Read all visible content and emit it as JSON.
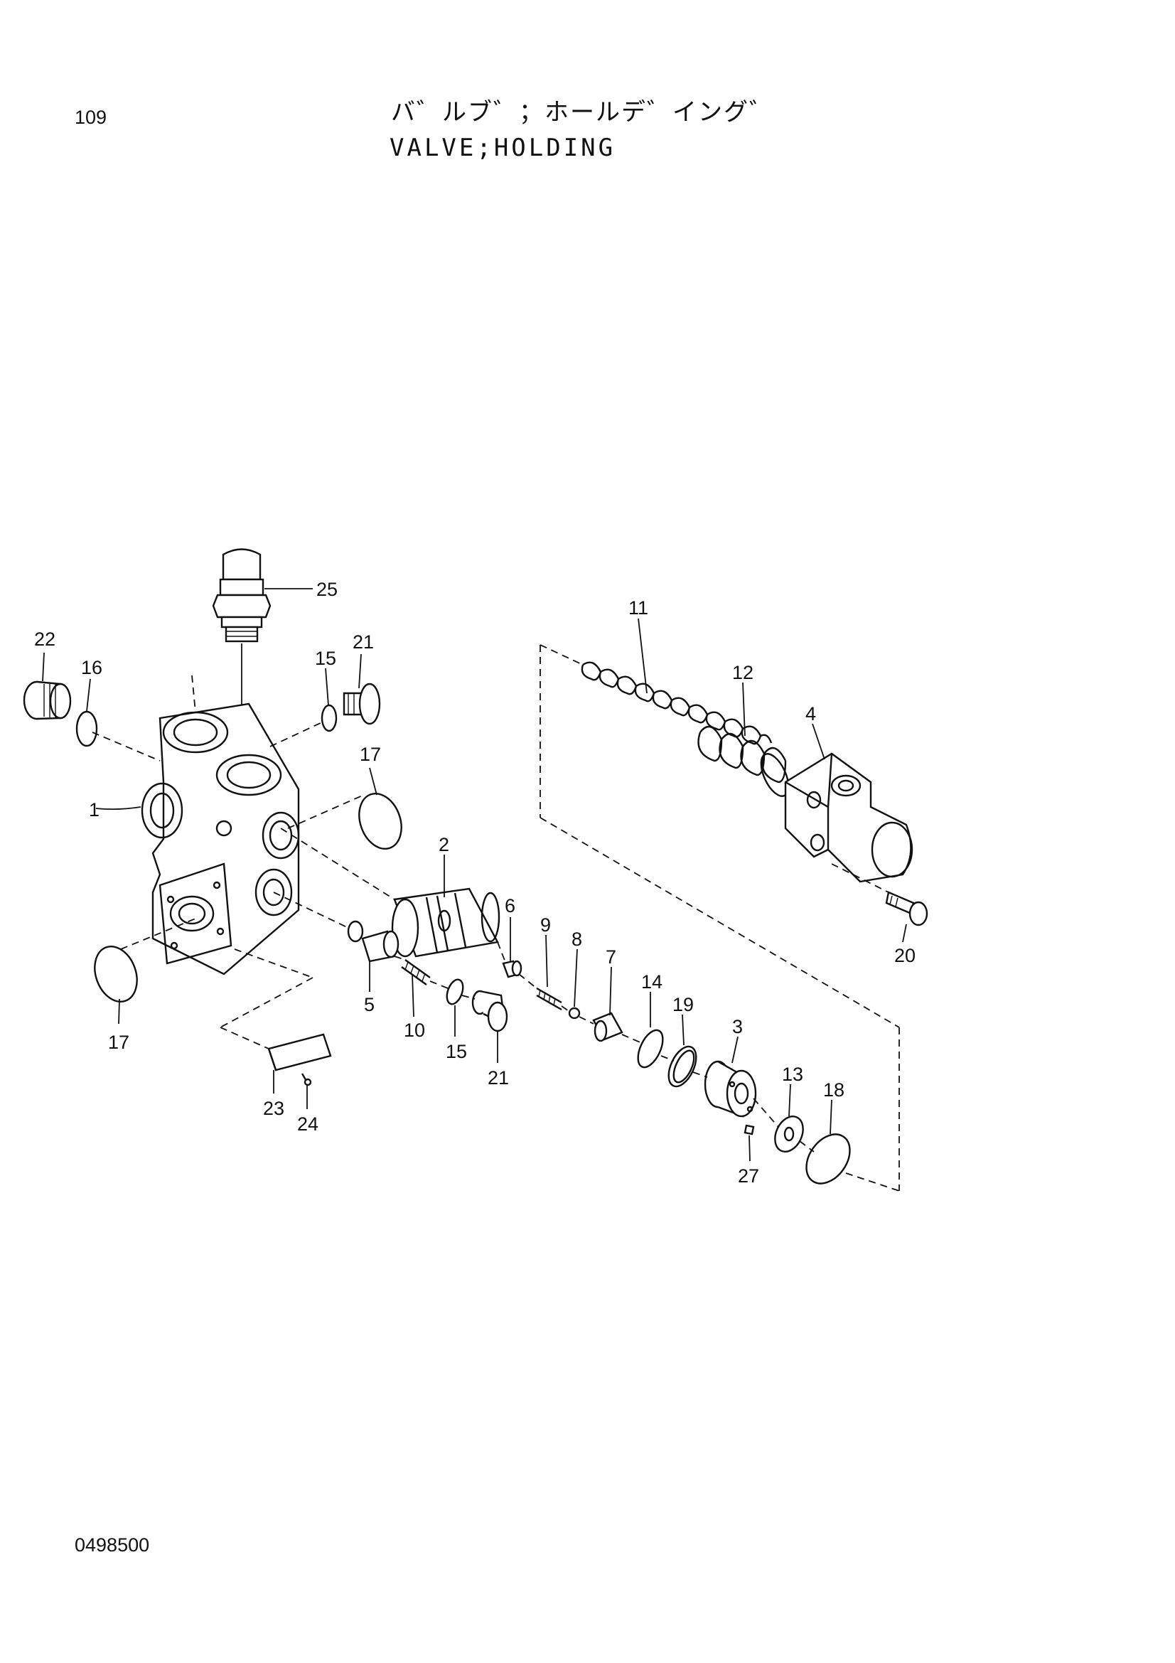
{
  "page": {
    "page_number": "109",
    "title_jp": "バ゛ルブ゛；ホールデ゛イング゛",
    "title_en": "VALVE;HOLDING",
    "drawing_number": "0498500"
  },
  "diagram": {
    "colors": {
      "line": "#111111",
      "background": "#ffffff"
    },
    "callouts": [
      {
        "id": "c25",
        "label": "25"
      },
      {
        "id": "c22",
        "label": "22"
      },
      {
        "id": "c16",
        "label": "16"
      },
      {
        "id": "c15a",
        "label": "15"
      },
      {
        "id": "c21a",
        "label": "21"
      },
      {
        "id": "c1",
        "label": "1"
      },
      {
        "id": "c17a",
        "label": "17"
      },
      {
        "id": "c17b",
        "label": "17"
      },
      {
        "id": "c11",
        "label": "11"
      },
      {
        "id": "c12",
        "label": "12"
      },
      {
        "id": "c4",
        "label": "4"
      },
      {
        "id": "c2",
        "label": "2"
      },
      {
        "id": "c6",
        "label": "6"
      },
      {
        "id": "c9",
        "label": "9"
      },
      {
        "id": "c8",
        "label": "8"
      },
      {
        "id": "c7",
        "label": "7"
      },
      {
        "id": "c20",
        "label": "20"
      },
      {
        "id": "c14",
        "label": "14"
      },
      {
        "id": "c19",
        "label": "19"
      },
      {
        "id": "c3",
        "label": "3"
      },
      {
        "id": "c13",
        "label": "13"
      },
      {
        "id": "c18",
        "label": "18"
      },
      {
        "id": "c5",
        "label": "5"
      },
      {
        "id": "c10",
        "label": "10"
      },
      {
        "id": "c15b",
        "label": "15"
      },
      {
        "id": "c21b",
        "label": "21"
      },
      {
        "id": "c23",
        "label": "23"
      },
      {
        "id": "c24",
        "label": "24"
      },
      {
        "id": "c27",
        "label": "27"
      }
    ]
  }
}
